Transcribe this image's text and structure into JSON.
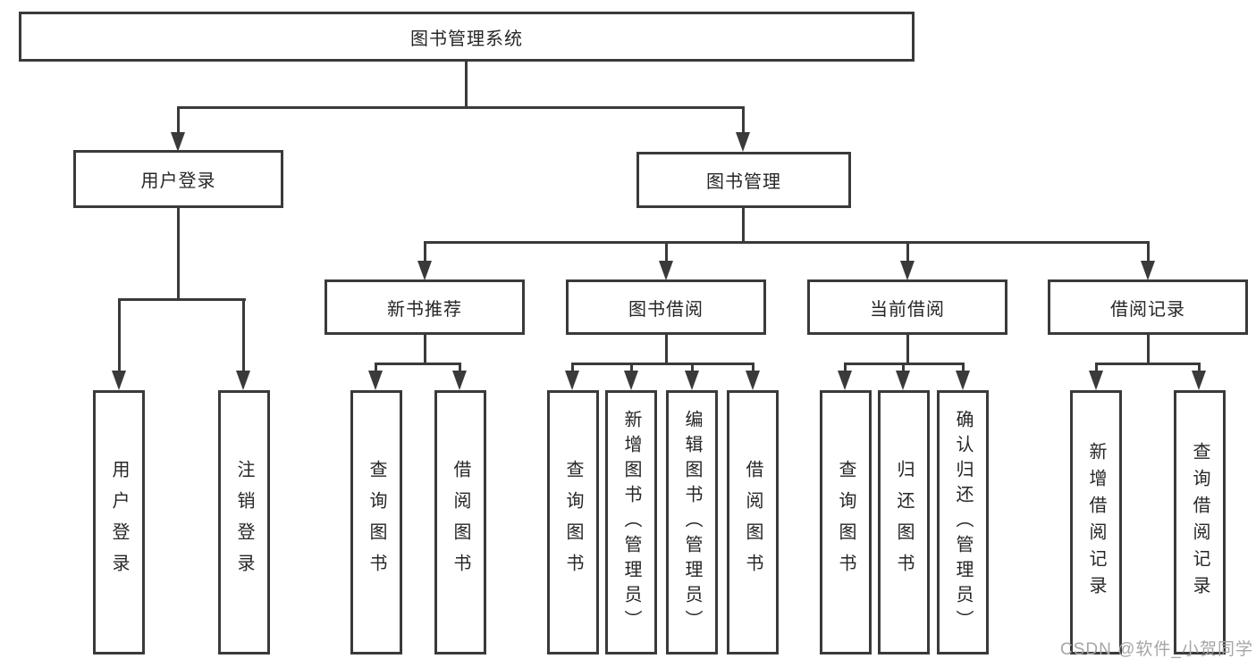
{
  "root": {
    "label": "图书管理系统"
  },
  "branches": [
    {
      "label": "用户登录",
      "children": [
        {
          "label": "用户登录"
        },
        {
          "label": "注销登录"
        }
      ]
    },
    {
      "label": "图书管理",
      "groups": [
        {
          "label": "新书推荐",
          "children": [
            {
              "label": "查询图书"
            },
            {
              "label": "借阅图书"
            }
          ]
        },
        {
          "label": "图书借阅",
          "children": [
            {
              "label": "查询图书"
            },
            {
              "label": "新增图书（管理员）"
            },
            {
              "label": "编辑图书（管理员）"
            },
            {
              "label": "借阅图书"
            }
          ]
        },
        {
          "label": "当前借阅",
          "children": [
            {
              "label": "查询图书"
            },
            {
              "label": "归还图书"
            },
            {
              "label": "确认归还（管理员）"
            }
          ]
        },
        {
          "label": "借阅记录",
          "children": [
            {
              "label": "新增借阅记录"
            },
            {
              "label": "查询借阅记录"
            }
          ]
        }
      ]
    }
  ],
  "watermark": "CSDN @软件_小贺同学"
}
